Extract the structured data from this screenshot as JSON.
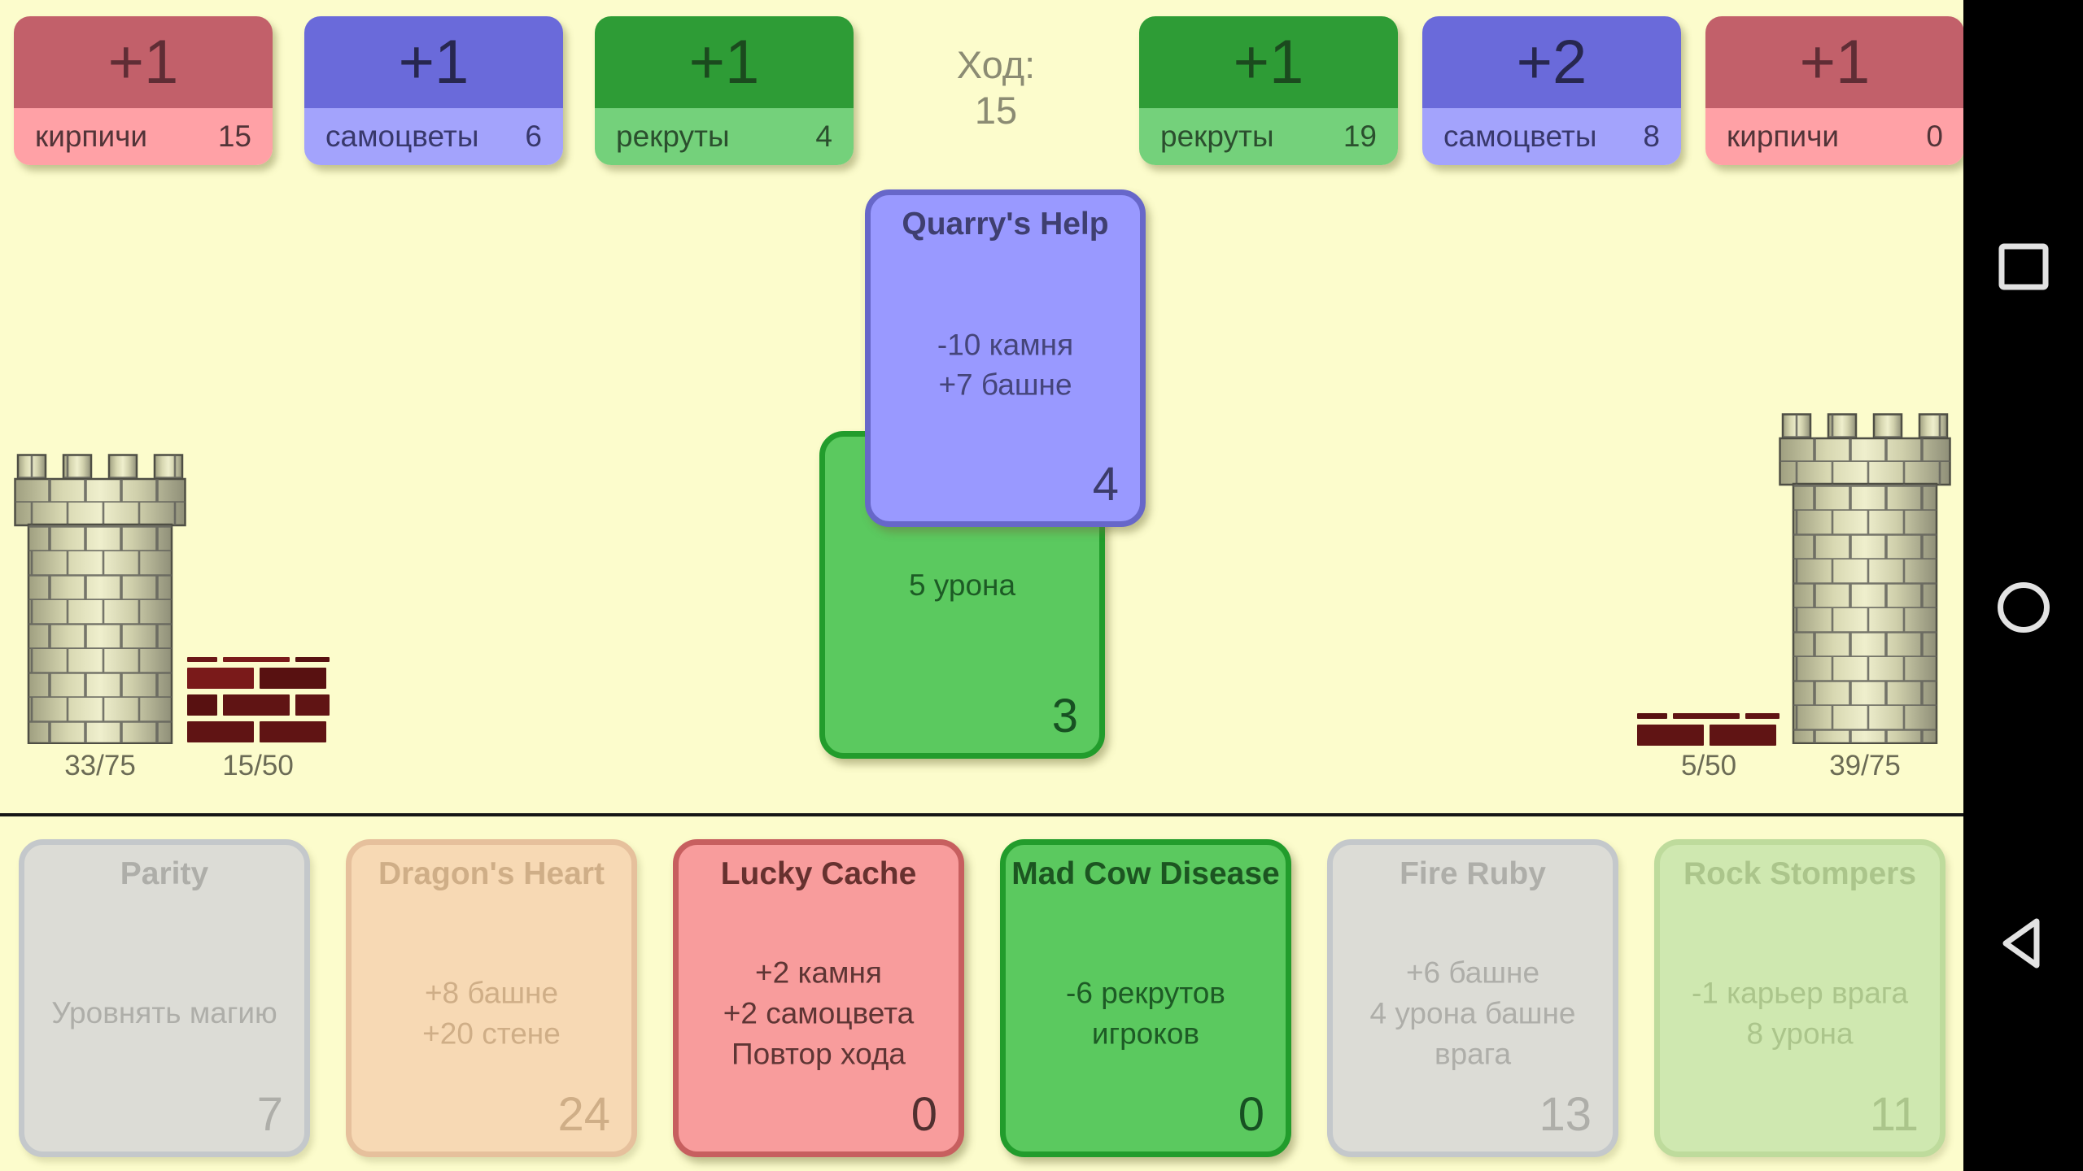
{
  "palette": {
    "background": "#fcfccc",
    "nav_bar": "#000000",
    "divider": "#161616",
    "card_blue": "#9999ff",
    "card_green": "#5bc95f",
    "card_red": "#f89c9c",
    "card_disabled_gray": "#dcdcd6",
    "card_disabled_orange": "#f7d9b4",
    "card_disabled_green": "#cfe8b0",
    "resource_red": "#c2606a",
    "resource_blue": "#6a6ada",
    "resource_green": "#2e9c36",
    "tower_stone": "#d8d8b2",
    "wall_brick": "#601414"
  },
  "top_bar": {
    "left_resources": [
      {
        "bonus": "+1",
        "label": "кирпичи",
        "value": "15",
        "color": "red"
      },
      {
        "bonus": "+1",
        "label": "самоцветы",
        "value": "6",
        "color": "blue"
      },
      {
        "bonus": "+1",
        "label": "рекруты",
        "value": "4",
        "color": "green"
      }
    ],
    "turn": {
      "label": "Ход:",
      "value": "15"
    },
    "right_resources": [
      {
        "bonus": "+1",
        "label": "рекруты",
        "value": "19",
        "color": "green"
      },
      {
        "bonus": "+2",
        "label": "самоцветы",
        "value": "8",
        "color": "blue"
      },
      {
        "bonus": "+1",
        "label": "кирпичи",
        "value": "0",
        "color": "red"
      }
    ]
  },
  "battlefield": {
    "left_tower_label": "33/75",
    "left_wall_label": "15/50",
    "right_wall_label": "5/50",
    "right_tower_label": "39/75",
    "played_cards": [
      {
        "title": "",
        "body": "5 урона",
        "cost": "3",
        "color": "green"
      },
      {
        "title": "Quarry's Help",
        "body": "-10 камня\n+7 башне",
        "cost": "4",
        "color": "blue"
      }
    ]
  },
  "hand": {
    "cards": [
      {
        "title": "Parity",
        "body": "Уровнять магию",
        "cost": "7",
        "style": "disabled-gray"
      },
      {
        "title": "Dragon's Heart",
        "body": "+8 башне\n+20 стене",
        "cost": "24",
        "style": "disabled-orange"
      },
      {
        "title": "Lucky Cache",
        "body": "+2 камня\n+2 самоцвета\nПовтор хода",
        "cost": "0",
        "style": "red"
      },
      {
        "title": "Mad Cow Disease",
        "body": "-6 рекрутов игроков",
        "cost": "0",
        "style": "green"
      },
      {
        "title": "Fire Ruby",
        "body": "+6 башне\n4 урона башне врага",
        "cost": "13",
        "style": "disabled-gray"
      },
      {
        "title": "Rock Stompers",
        "body": "-1 карьер врага\n8 урона",
        "cost": "11",
        "style": "disabled-green"
      }
    ]
  },
  "nav_bar": {
    "icons": [
      "recents-square",
      "home-circle",
      "back-triangle"
    ]
  }
}
